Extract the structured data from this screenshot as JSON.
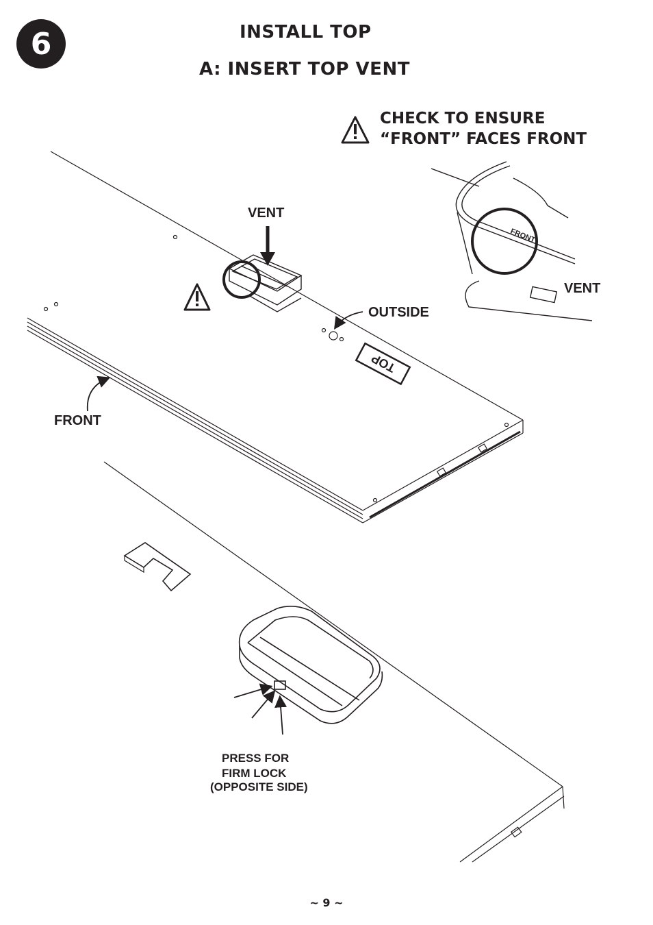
{
  "step_number": "6",
  "title": "INSTALL TOP",
  "subtitle": "A: INSERT TOP VENT",
  "warning": {
    "line1": "CHECK TO ENSURE",
    "line2": "“FRONT” FACES FRONT"
  },
  "labels": {
    "vent_top": "VENT",
    "vent_detail": "VENT",
    "outside": "OUTSIDE",
    "front": "FRONT",
    "top_stamp": "TOP",
    "front_stamp": "FRONT",
    "press_line1": "PRESS FOR",
    "press_line2": "FIRM LOCK",
    "press_line3": "(OPPOSITE SIDE)"
  },
  "page_number": "~ 9 ~"
}
